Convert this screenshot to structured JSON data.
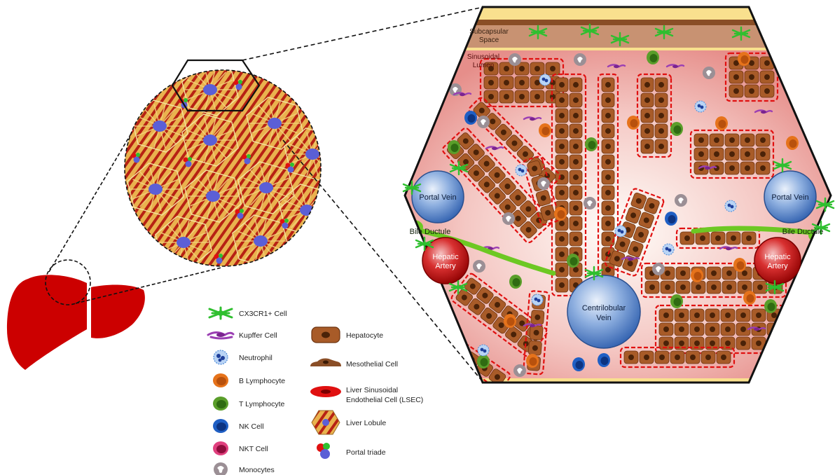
{
  "labels": {
    "subcapsular_space_1": "Subcapsular",
    "subcapsular_space_2": "Space",
    "sinusoidal_lumen_1": "Sinusoidal",
    "sinusoidal_lumen_2": "Lumen",
    "portal_vein_left": "Portal Vein",
    "portal_vein_right": "Portal Vein",
    "bile_ductule_left": "Bile Ductule",
    "bile_ductule_right": "Bile Ductule",
    "hepatic_artery_left_1": "Hepatic",
    "hepatic_artery_left_2": "Artery",
    "hepatic_artery_right_1": "Hepatic",
    "hepatic_artery_right_2": "Artery",
    "centrilobular_vein_1": "Centrilobular",
    "centrilobular_vein_2": "Vein"
  },
  "legend": {
    "col1": [
      "CX3CR1+ Cell",
      "Kupffer Cell",
      "Neutrophil",
      "B Lymphocyte",
      "T Lymphocyte",
      "NK Cell",
      "NKT Cell",
      "Monocytes"
    ],
    "col2": [
      "Hepatocyte",
      "Mesothelial Cell",
      "Liver Sinusoidal",
      "Endothelial Cell (LSEC)",
      "Liver Lobule",
      "Portal triade"
    ]
  },
  "colors": {
    "liver": "#cc0000",
    "hepatocyte": "#a85b28",
    "hepatocyte_nucleus": "#4a2208",
    "lsec": "#e01010",
    "sinusoid_bg": "#f2b8b8",
    "triad_bg": "#f9e08e",
    "vein": "#5b86c9",
    "artery": "#c81010",
    "bile": "#6dc823",
    "cx3cr1": "#2fbf2f",
    "kupffer": "#9b3fb3",
    "b_lymph": "#e6731b",
    "t_lymph": "#5a9e2a",
    "nk": "#1f5fc4",
    "nkt": "#c2185b",
    "monocyte": "#7b6d74",
    "capsule": "#b98660"
  }
}
